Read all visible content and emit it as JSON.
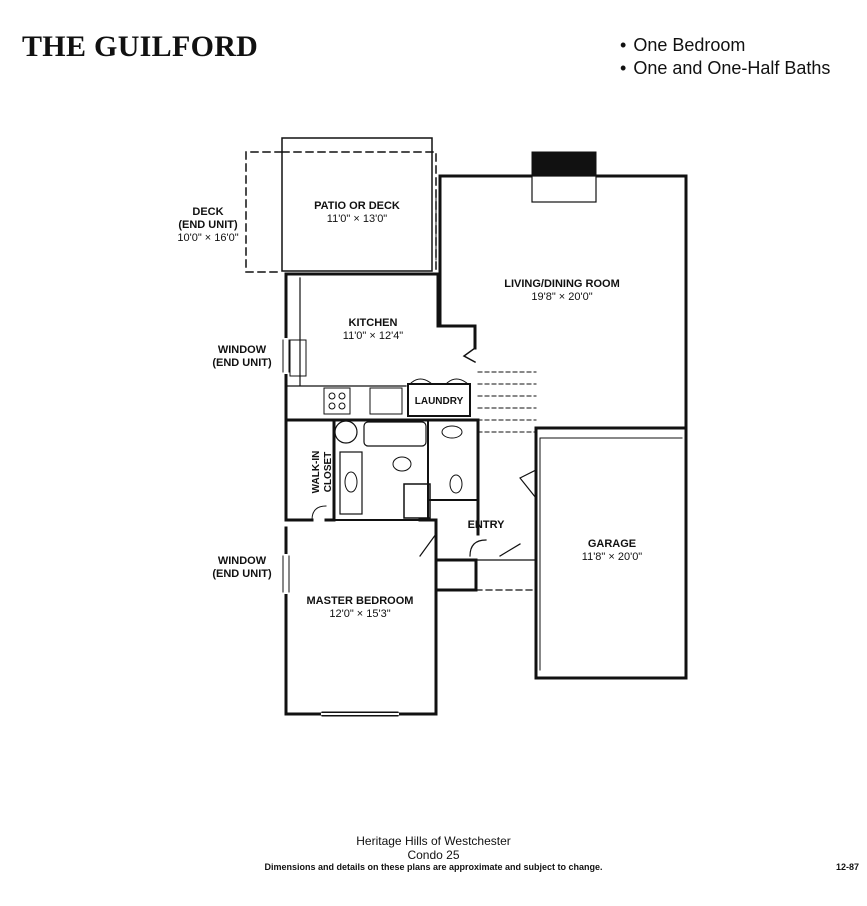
{
  "header": {
    "title": "THE GUILFORD",
    "features": [
      "One Bedroom",
      "One and One-Half Baths"
    ]
  },
  "rooms": {
    "patio": {
      "name": "PATIO OR DECK",
      "dims": "11'0\" × 13'0\""
    },
    "deck": {
      "name": "DECK",
      "note": "(END UNIT)",
      "dims": "10'0\" × 16'0\""
    },
    "living": {
      "name": "LIVING/DINING ROOM",
      "dims": "19'8\" × 20'0\""
    },
    "kitchen": {
      "name": "KITCHEN",
      "dims": "11'0\" × 12'4\""
    },
    "laundry": {
      "name": "LAUNDRY"
    },
    "closet": {
      "name": "WALK-IN CLOSET"
    },
    "entry": {
      "name": "ENTRY"
    },
    "garage": {
      "name": "GARAGE",
      "dims": "11'8\" × 20'0\""
    },
    "master": {
      "name": "MASTER BEDROOM",
      "dims": "12'0\" × 15'3\""
    }
  },
  "windows": {
    "kitchen": {
      "name": "WINDOW",
      "note": "(END UNIT)"
    },
    "bedroom": {
      "name": "WINDOW",
      "note": "(END UNIT)"
    }
  },
  "footer": {
    "community": "Heritage Hills of Westchester",
    "condo": "Condo 25",
    "disclaimer": "Dimensions and details on these plans are approximate and subject to change.",
    "code": "12-87"
  }
}
